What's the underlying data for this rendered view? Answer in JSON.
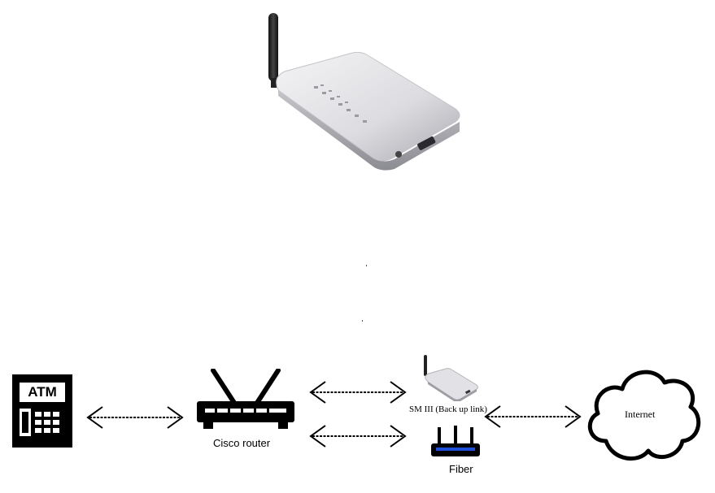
{
  "nodes": {
    "atm": {
      "icon": "atm-icon",
      "label": "ATM"
    },
    "cisco_router": {
      "icon": "router-icon",
      "label": "Cisco router"
    },
    "sm3": {
      "icon": "wireless-modem-icon",
      "label": "SM III (Back up link)"
    },
    "fiber": {
      "icon": "fiber-router-icon",
      "label": "Fiber"
    },
    "internet": {
      "icon": "cloud-icon",
      "label": "Internet"
    }
  },
  "edges": [
    {
      "from": "ATM",
      "to": "Cisco router",
      "style": "bidirectional-dashed"
    },
    {
      "from": "Cisco router",
      "to": "SM III (Back up link)",
      "style": "bidirectional-dashed"
    },
    {
      "from": "Cisco router",
      "to": "Fiber",
      "style": "bidirectional-dashed"
    },
    {
      "from": "SM III (Back up link)",
      "to": "Internet",
      "style": "bidirectional-dashed"
    }
  ],
  "hero_image": {
    "icon": "wireless-modem-photo"
  }
}
